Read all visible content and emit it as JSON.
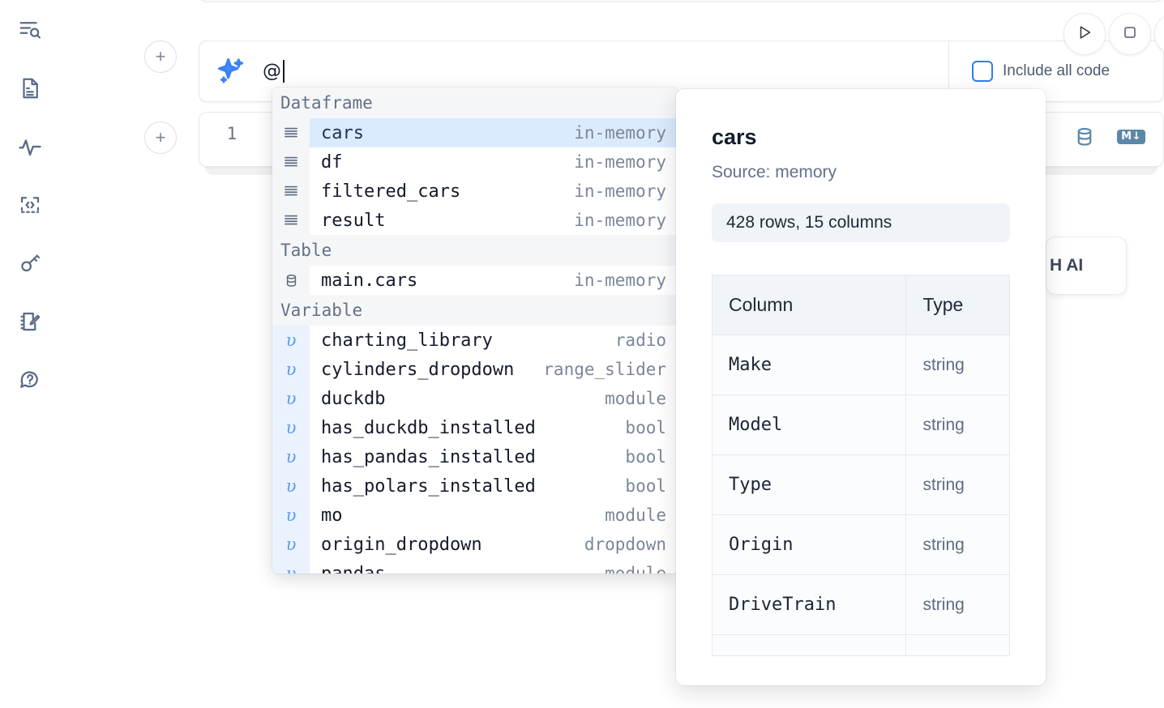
{
  "sidebar": {
    "items": [
      {
        "name": "explore-outline",
        "icon": "list-search-icon"
      },
      {
        "name": "documentation",
        "icon": "file-text-icon"
      },
      {
        "name": "activity",
        "icon": "activity-pulse-icon"
      },
      {
        "name": "snippets",
        "icon": "code-brackets-icon"
      },
      {
        "name": "secrets",
        "icon": "key-icon"
      },
      {
        "name": "scratchpad",
        "icon": "notebook-pencil-icon"
      },
      {
        "name": "help",
        "icon": "help-chat-icon"
      }
    ]
  },
  "toolbar": {
    "run_label": "run-cell",
    "stop_label": "stop-cell",
    "more_label": "more-actions"
  },
  "ai_cell": {
    "sparkle_icon": "sparkles-icon",
    "input_value": "@",
    "input_placeholder": "",
    "include_all_code_label": "Include all code",
    "include_all_code_checked": false,
    "accent": "#2f7df6"
  },
  "code_cell": {
    "line_number": "1",
    "icons": [
      {
        "name": "database-icon",
        "label": "SQL"
      },
      {
        "name": "markdown-icon",
        "label": "M"
      }
    ]
  },
  "ai_pill": {
    "label": "H AI"
  },
  "autocomplete": {
    "groups": [
      {
        "header": "Dataframe",
        "kind": "dataframe",
        "icon": "dataframe-rows-icon",
        "items": [
          {
            "label": "cars",
            "meta": "in-memory",
            "selected": true
          },
          {
            "label": "df",
            "meta": "in-memory",
            "selected": false
          },
          {
            "label": "filtered_cars",
            "meta": "in-memory",
            "selected": false
          },
          {
            "label": "result",
            "meta": "in-memory",
            "selected": false
          }
        ]
      },
      {
        "header": "Table",
        "kind": "table",
        "icon": "database-icon",
        "items": [
          {
            "label": "main.cars",
            "meta": "in-memory",
            "selected": false
          }
        ]
      },
      {
        "header": "Variable",
        "kind": "variable",
        "icon": "variable-icon",
        "glyph": "υ",
        "items": [
          {
            "label": "charting_library",
            "meta": "radio",
            "selected": false
          },
          {
            "label": "cylinders_dropdown",
            "meta": "range_slider",
            "selected": false
          },
          {
            "label": "duckdb",
            "meta": "module",
            "selected": false
          },
          {
            "label": "has_duckdb_installed",
            "meta": "bool",
            "selected": false
          },
          {
            "label": "has_pandas_installed",
            "meta": "bool",
            "selected": false
          },
          {
            "label": "has_polars_installed",
            "meta": "bool",
            "selected": false
          },
          {
            "label": "mo",
            "meta": "module",
            "selected": false
          },
          {
            "label": "origin_dropdown",
            "meta": "dropdown",
            "selected": false
          },
          {
            "label": "pandas",
            "meta": "module",
            "selected": false
          }
        ]
      }
    ]
  },
  "detail": {
    "title": "cars",
    "source": "Source: memory",
    "shape": "428 rows, 15 columns",
    "table": {
      "headers": [
        "Column",
        "Type"
      ],
      "rows": [
        [
          "Make",
          "string"
        ],
        [
          "Model",
          "string"
        ],
        [
          "Type",
          "string"
        ],
        [
          "Origin",
          "string"
        ],
        [
          "DriveTrain",
          "string"
        ]
      ]
    }
  }
}
